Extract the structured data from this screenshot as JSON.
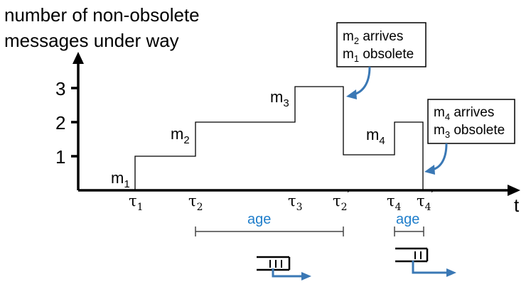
{
  "ylabel_line1": "number of non-obsolete",
  "ylabel_line2": "messages under way",
  "xlabel": "t",
  "y_ticks": [
    "1",
    "2",
    "3"
  ],
  "tau": {
    "t1": "τ",
    "t1_sub": "1",
    "t2": "τ",
    "t2_sub": "2",
    "t3": "τ",
    "t3_sub": "3",
    "t2p": "τ",
    "t2p_sub": "2",
    "t2p_prime": "′",
    "t4": "τ",
    "t4_sub": "4",
    "t4p": "τ",
    "t4p_sub": "4",
    "t4p_prime": "′"
  },
  "messages": {
    "m1": "m",
    "m1_sub": "1",
    "m2": "m",
    "m2_sub": "2",
    "m3": "m",
    "m3_sub": "3",
    "m4": "m",
    "m4_sub": "4"
  },
  "callout1": {
    "line1_m": "m",
    "line1_sub": "2",
    "line1_rest": " arrives",
    "line2_m": "m",
    "line2_sub": "1",
    "line2_rest": " obsolete"
  },
  "callout2": {
    "line1_m": "m",
    "line1_sub": "4",
    "line1_rest": " arrives",
    "line2_m": "m",
    "line2_sub": "3",
    "line2_rest": " obsolete"
  },
  "age_label_1": "age",
  "age_label_2": "age",
  "colors": {
    "accent": "#3a78b5",
    "age_text": "#1f7ecb"
  }
}
